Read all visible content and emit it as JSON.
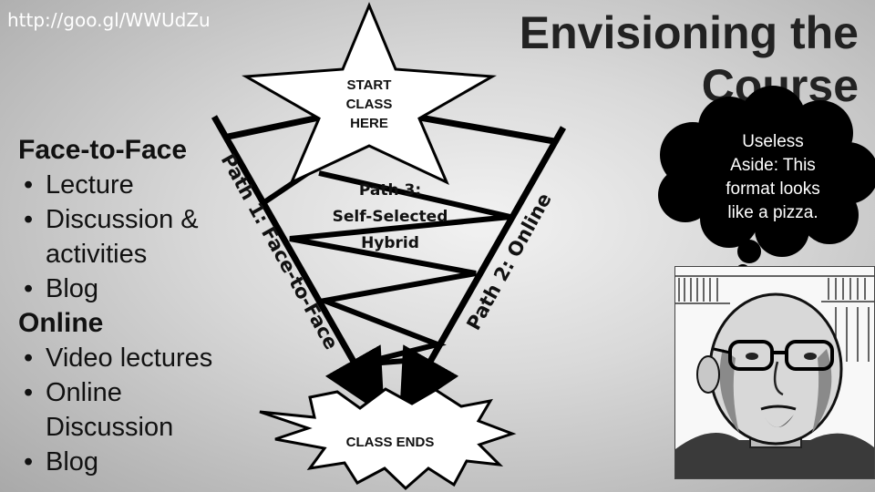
{
  "header": {
    "url": "http://goo.gl/WWUdZu",
    "title_line1": "Envisioning the",
    "title_line2": "Course"
  },
  "outline": {
    "sections": [
      {
        "heading": "Face-to-Face",
        "items": [
          "Lecture",
          "Discussion &",
          "activities",
          "Blog"
        ]
      },
      {
        "heading": "Online",
        "items": [
          "Video lectures",
          "Online",
          "Discussion",
          "Blog"
        ]
      }
    ]
  },
  "diagram": {
    "start_lines": [
      "START",
      "CLASS",
      "HERE"
    ],
    "path3_lines": [
      "Path 3:",
      "Self-Selected",
      "Hybrid"
    ],
    "path1_label": "Path 1: Face-to-Face",
    "path2_label": "Path 2: Online",
    "end_label": "CLASS ENDS"
  },
  "thought": {
    "lines": [
      "Useless",
      "Aside: This",
      "format looks",
      "like a pizza."
    ]
  }
}
